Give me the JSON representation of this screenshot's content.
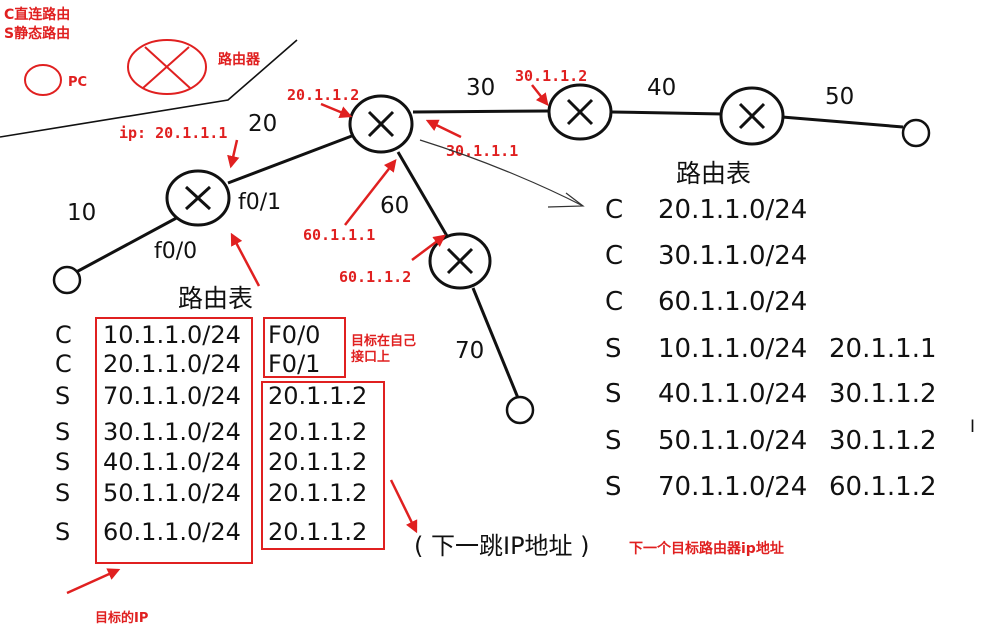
{
  "legend": {
    "line1": "C直连路由",
    "line2": "S静态路由",
    "pc_label": "PC",
    "router_label": "路由器"
  },
  "networks": {
    "n10": "10",
    "n20": "20",
    "n30": "30",
    "n40": "40",
    "n50": "50",
    "n60": "60",
    "n70": "70"
  },
  "interfaces": {
    "f01": "f0/1",
    "f00": "f0/0"
  },
  "red_ips": {
    "ip_left": "ip: 20.1.1.1",
    "ip_center_20": "20.1.1.2",
    "ip_30_2": "30.1.1.2",
    "ip_30_1": "30.1.1.1",
    "ip_60_1": "60.1.1.1",
    "ip_60_2": "60.1.1.2"
  },
  "left_table": {
    "title": "路由表",
    "rows": [
      {
        "type": "C",
        "dest": "10.1.1.0/24",
        "hop": "F0/0"
      },
      {
        "type": "C",
        "dest": "20.1.1.0/24",
        "hop": "F0/1"
      },
      {
        "type": "S",
        "dest": "70.1.1.0/24",
        "hop": "20.1.1.2"
      },
      {
        "type": "S",
        "dest": "30.1.1.0/24",
        "hop": "20.1.1.2"
      },
      {
        "type": "S",
        "dest": "40.1.1.0/24",
        "hop": "20.1.1.2"
      },
      {
        "type": "S",
        "dest": "50.1.1.0/24",
        "hop": "20.1.1.2"
      },
      {
        "type": "S",
        "dest": "60.1.1.0/24",
        "hop": "20.1.1.2"
      }
    ]
  },
  "right_table": {
    "title": "路由表",
    "rows": [
      {
        "type": "C",
        "dest": "20.1.1.0/24",
        "hop": ""
      },
      {
        "type": "C",
        "dest": "30.1.1.0/24",
        "hop": ""
      },
      {
        "type": "C",
        "dest": "60.1.1.0/24",
        "hop": ""
      },
      {
        "type": "S",
        "dest": "10.1.1.0/24",
        "hop": "20.1.1.1"
      },
      {
        "type": "S",
        "dest": "40.1.1.0/24",
        "hop": "30.1.1.2"
      },
      {
        "type": "S",
        "dest": "50.1.1.0/24",
        "hop": "30.1.1.2"
      },
      {
        "type": "S",
        "dest": "70.1.1.0/24",
        "hop": "60.1.1.2"
      }
    ]
  },
  "annotations": {
    "own_iface_1": "目标在自己",
    "own_iface_2": "接口上",
    "next_hop": "( 下一跳IP地址 )",
    "next_router": "下一个目标路由器ip地址",
    "dest_ip": "目标的IP"
  },
  "colors": {
    "annotation_red": "#e02020",
    "ink": "#111111"
  }
}
